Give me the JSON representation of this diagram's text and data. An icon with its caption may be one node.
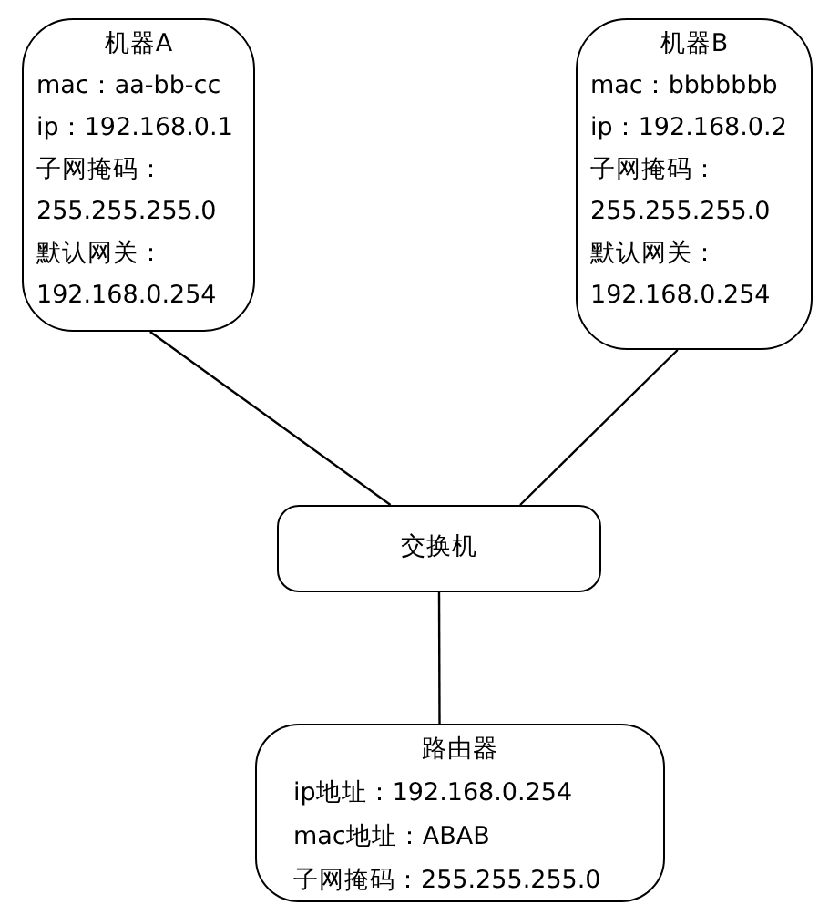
{
  "diagram": {
    "nodes": [
      {
        "text": [
          "机器A",
          "mac：aa-bb-cc",
          "ip：192.168.0.1",
          "子网掩码：",
          "255.255.255.0",
          "默认网关：",
          "192.168.0.254"
        ]
      },
      {
        "text": [
          "机器B",
          "mac：bbbbbbb",
          "ip：192.168.0.2",
          "子网掩码：",
          "255.255.255.0",
          "默认网关：",
          "192.168.0.254"
        ]
      },
      {
        "text": [
          "交换机"
        ]
      },
      {
        "text": [
          "路由器",
          "ip地址：192.168.0.254",
          "mac地址：ABAB",
          "子网掩码：255.255.255.0"
        ]
      }
    ],
    "edges": [
      {
        "from": 0,
        "to": 2,
        "arrow": "none"
      },
      {
        "from": 1,
        "to": 2,
        "arrow": "none"
      },
      {
        "from": 2,
        "to": 3,
        "arrow": "none"
      }
    ]
  }
}
